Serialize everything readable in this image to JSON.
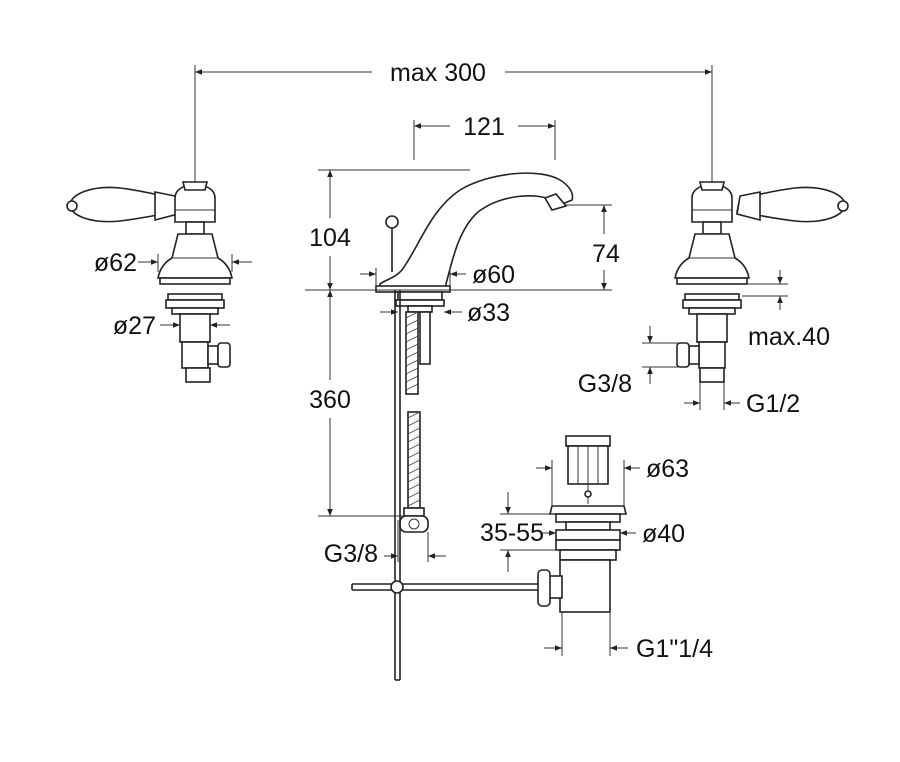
{
  "dimensions": {
    "max_width": "max 300",
    "spout_reach": "121",
    "spout_height": "104",
    "outlet_height": "74",
    "base_diameter": "ø60",
    "shank_diameter": "ø33",
    "handle_base_diameter": "ø62",
    "handle_shank_diameter": "ø27",
    "max_deck": "max.40",
    "inlet_left_thread": "G3/8",
    "inlet_right_thread": "G1/2",
    "hose_length": "360",
    "hose_thread": "G3/8",
    "waste_head_diameter": "ø63",
    "waste_range": "35-55",
    "waste_body_diameter": "ø40",
    "waste_thread": "G1\"1/4"
  },
  "colors": {
    "line": "#222222",
    "text": "#111111",
    "background": "#ffffff"
  }
}
